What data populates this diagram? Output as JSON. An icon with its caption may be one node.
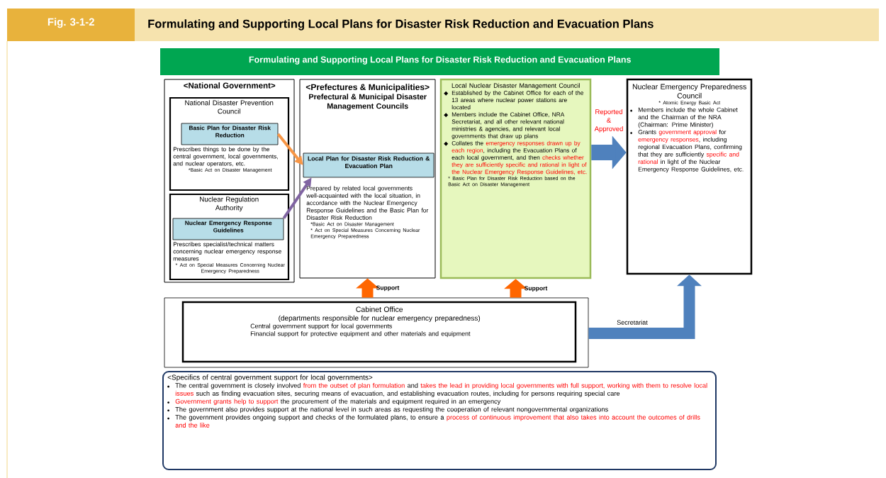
{
  "diagram": {
    "title": "Formulating and Supporting Local Plans for Disaster Risk Reduction and Evacuation Plans",
    "nodes": [
      {
        "text": [
          "Fig. 3-1-2"
        ]
      },
      {
        "text": [
          "Formulating and Supporting Local Plans for Disaster Risk Reduction and Evacuation Plans"
        ]
      },
      {
        "text": [
          "<National Government>"
        ]
      },
      {
        "text": [
          "National Disaster Prevention Council",
          "Prescribes things to be done by the central government, local governments, and nuclear operators, etc.",
          "*Basic Act on Disaster Management"
        ],
        "in": 2
      },
      {
        "text": [
          "Basic Plan for Disaster Risk Reduction"
        ],
        "in": 3
      },
      {
        "text": [
          "Nuclear Regulation Authority",
          "Prescribes specialist/technical matters concerning nuclear emergency response measures",
          "* Act on Special Measures Concerning Nuclear Emergency Preparedness"
        ],
        "in": 2
      },
      {
        "text": [
          "Nuclear Emergency Response Guidelines"
        ],
        "in": 5
      },
      {
        "text": [
          "<Prefectures & Municipalities>",
          "Prefectural & Municipal Disaster Management Councils",
          "Prepared by related local governments well-acquainted with the local situation, in accordance with the Nuclear Emergency Response Guidelines and the Basic Plan for Disaster Risk Reduction",
          "*Basic Act on Disaster Management",
          "* Act on Special Measures Concerning Nuclear Emergency Preparedness"
        ]
      },
      {
        "text": [
          "Local Plan for Disaster Risk Reduction & Evacuation Plan"
        ],
        "in": 7
      },
      {
        "text": [
          "Local Nuclear Disaster Management Council",
          "Established by the Cabinet Office for each of the 13 areas where nuclear power stations are located",
          "Members include the Cabinet Office, NRA Secretariat, and all other relevant national ministries & agencies, and relevant local governments that draw up plans",
          "Collates the *emergency responses drawn up by each region*, including the Evacuation Plans of each local government, and then *checks whether they are sufficiently specific and rational in light of the Nuclear Emergency Response Guidelines, etc.*",
          "* Basic Plan for Disaster Risk Reduction based on the Basic Act on Disaster Management"
        ]
      },
      {
        "text": [
          "Nuclear Emergency Preparedness Council",
          "* Atomic Energy Basic Act",
          "Members include the whole Cabinet and the Chairman of the NRA (Chairman: Prime Minister)",
          "Grants *government approval* for *emergency responses*, including regional Evacuation Plans, confirming that they are sufficiently *specific and rational* in light of the Nuclear Emergency Response Guidelines, etc."
        ]
      },
      {
        "text": [],
        "shape": "box"
      },
      {
        "text": [
          "Cabinet Office",
          "(departments responsible for nuclear emergency preparedness)",
          "Central government support for local governments",
          "Financial support for protective equipment and other materials and equipment"
        ],
        "in": 11
      },
      {
        "text": [
          "<Specifics of central government support for local governments>",
          "The central government is closely involved *from the outset of plan formulation* and *takes the lead in providing local governments with full support, working with them to resolve local issues* such as finding evacuation sites, securing means of evacuation, and establishing evacuation routes, including for persons requiring special care",
          "*Government grants help to support* the procurement of the materials and equipment required in an emergency",
          "The government also provides support at the national level in such areas as requesting the cooperation of relevant nongovernmental organizations",
          "The government provides ongoing support and checks of the formulated plans, to ensure a *process of continuous improvement that also takes into account the outcomes of drills and the like*"
        ]
      }
    ],
    "edges": [
      {
        "from": 4,
        "to": 8,
        "arrow": "to",
        "color": "#f79646"
      },
      {
        "from": 6,
        "to": 8,
        "arrow": "to",
        "color": "#8064a2"
      },
      {
        "from": 11,
        "to": 7,
        "arrow": "to",
        "color": "#ff6600",
        "label": "Support"
      },
      {
        "from": 11,
        "to": 9,
        "arrow": "to",
        "color": "#ff6600",
        "label": "Support"
      },
      {
        "from": 9,
        "to": 10,
        "arrow": "to",
        "color": "#4f81bd",
        "label": "Reported & Approved"
      },
      {
        "from": 11,
        "to": 10,
        "arrow": "to",
        "color": "#4f81bd",
        "label": "Secretariat"
      }
    ]
  }
}
